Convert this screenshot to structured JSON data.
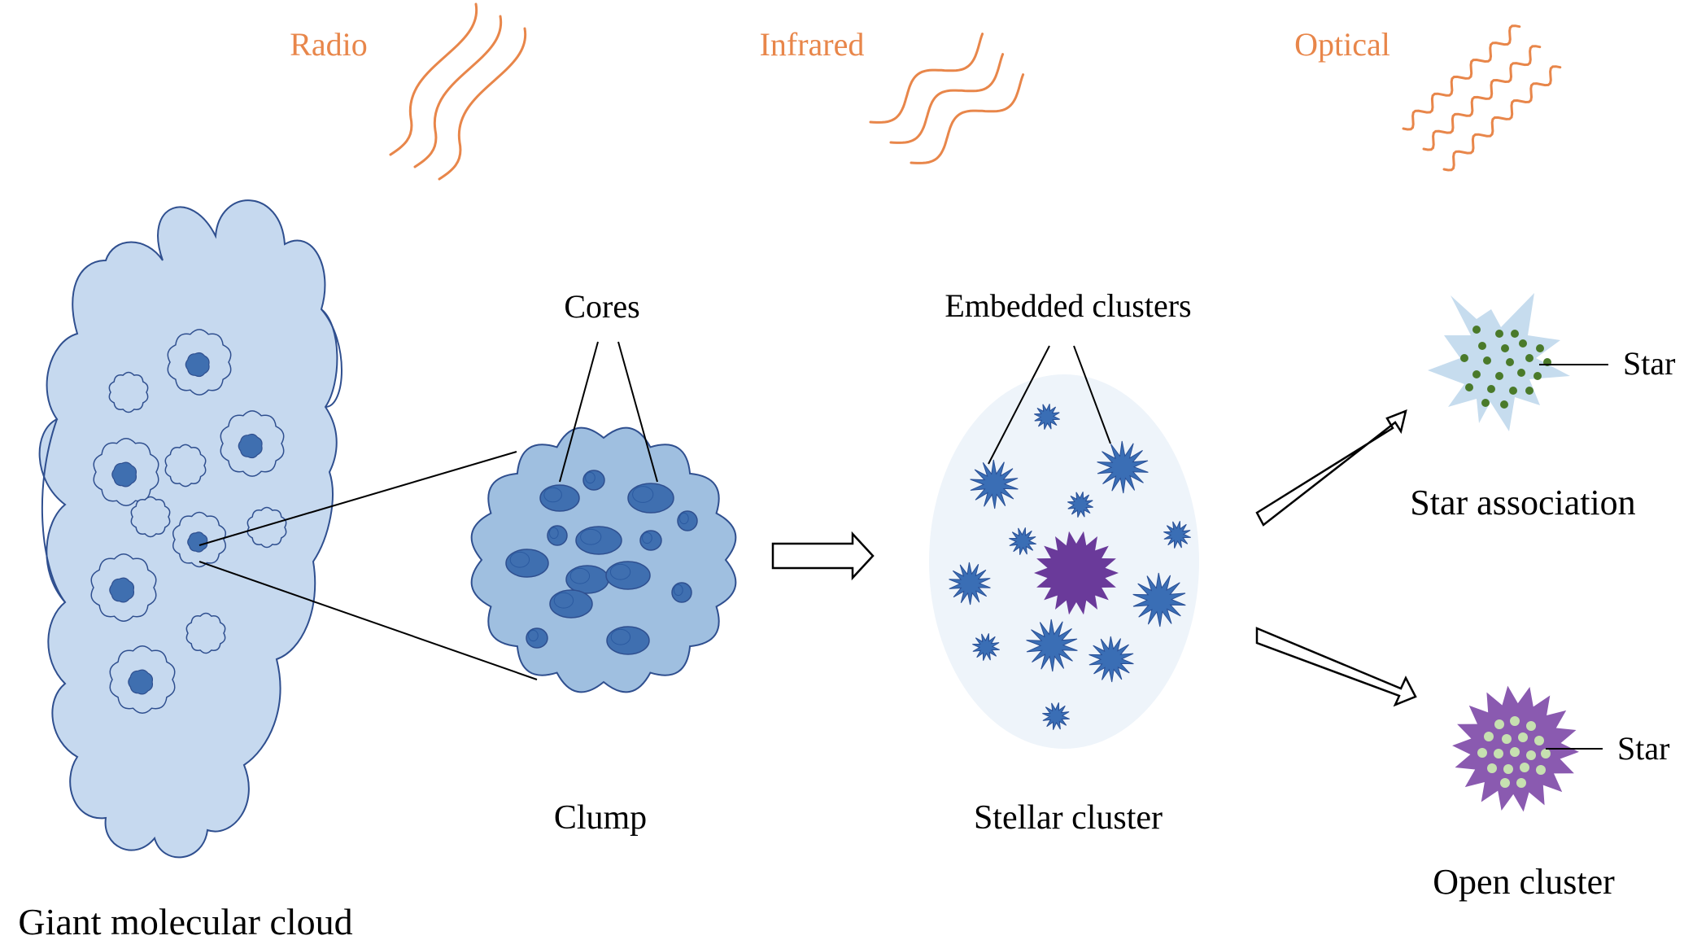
{
  "bands": {
    "radio": "Radio",
    "infrared": "Infrared",
    "optical": "Optical"
  },
  "labels": {
    "giant_molecular_cloud": "Giant molecular cloud",
    "cores": "Cores",
    "clump": "Clump",
    "embedded_clusters": "Embedded clusters",
    "stellar_cluster": "Stellar cluster",
    "star_association": "Star association",
    "open_cluster": "Open cluster",
    "star_top": "Star",
    "star_bottom": "Star"
  },
  "colors": {
    "wave_label": "#e8864a",
    "wave_line": "#e8864a",
    "cloud_fill": "#c6d9ef",
    "cloud_stroke": "#2f4f8f",
    "clump_fill": "#9fbfe0",
    "core_fill": "#3f6fb0",
    "core_dark": "#2b5aa0",
    "star_blue": "#3a6eb5",
    "star_purple": "#6a3a9a",
    "halo_fill": "#eef4fa",
    "assoc_fill": "#c6dcee",
    "assoc_dots": "#4a7a2a",
    "open_fill": "#8a5ab0",
    "open_dots": "#c6e0b0"
  }
}
